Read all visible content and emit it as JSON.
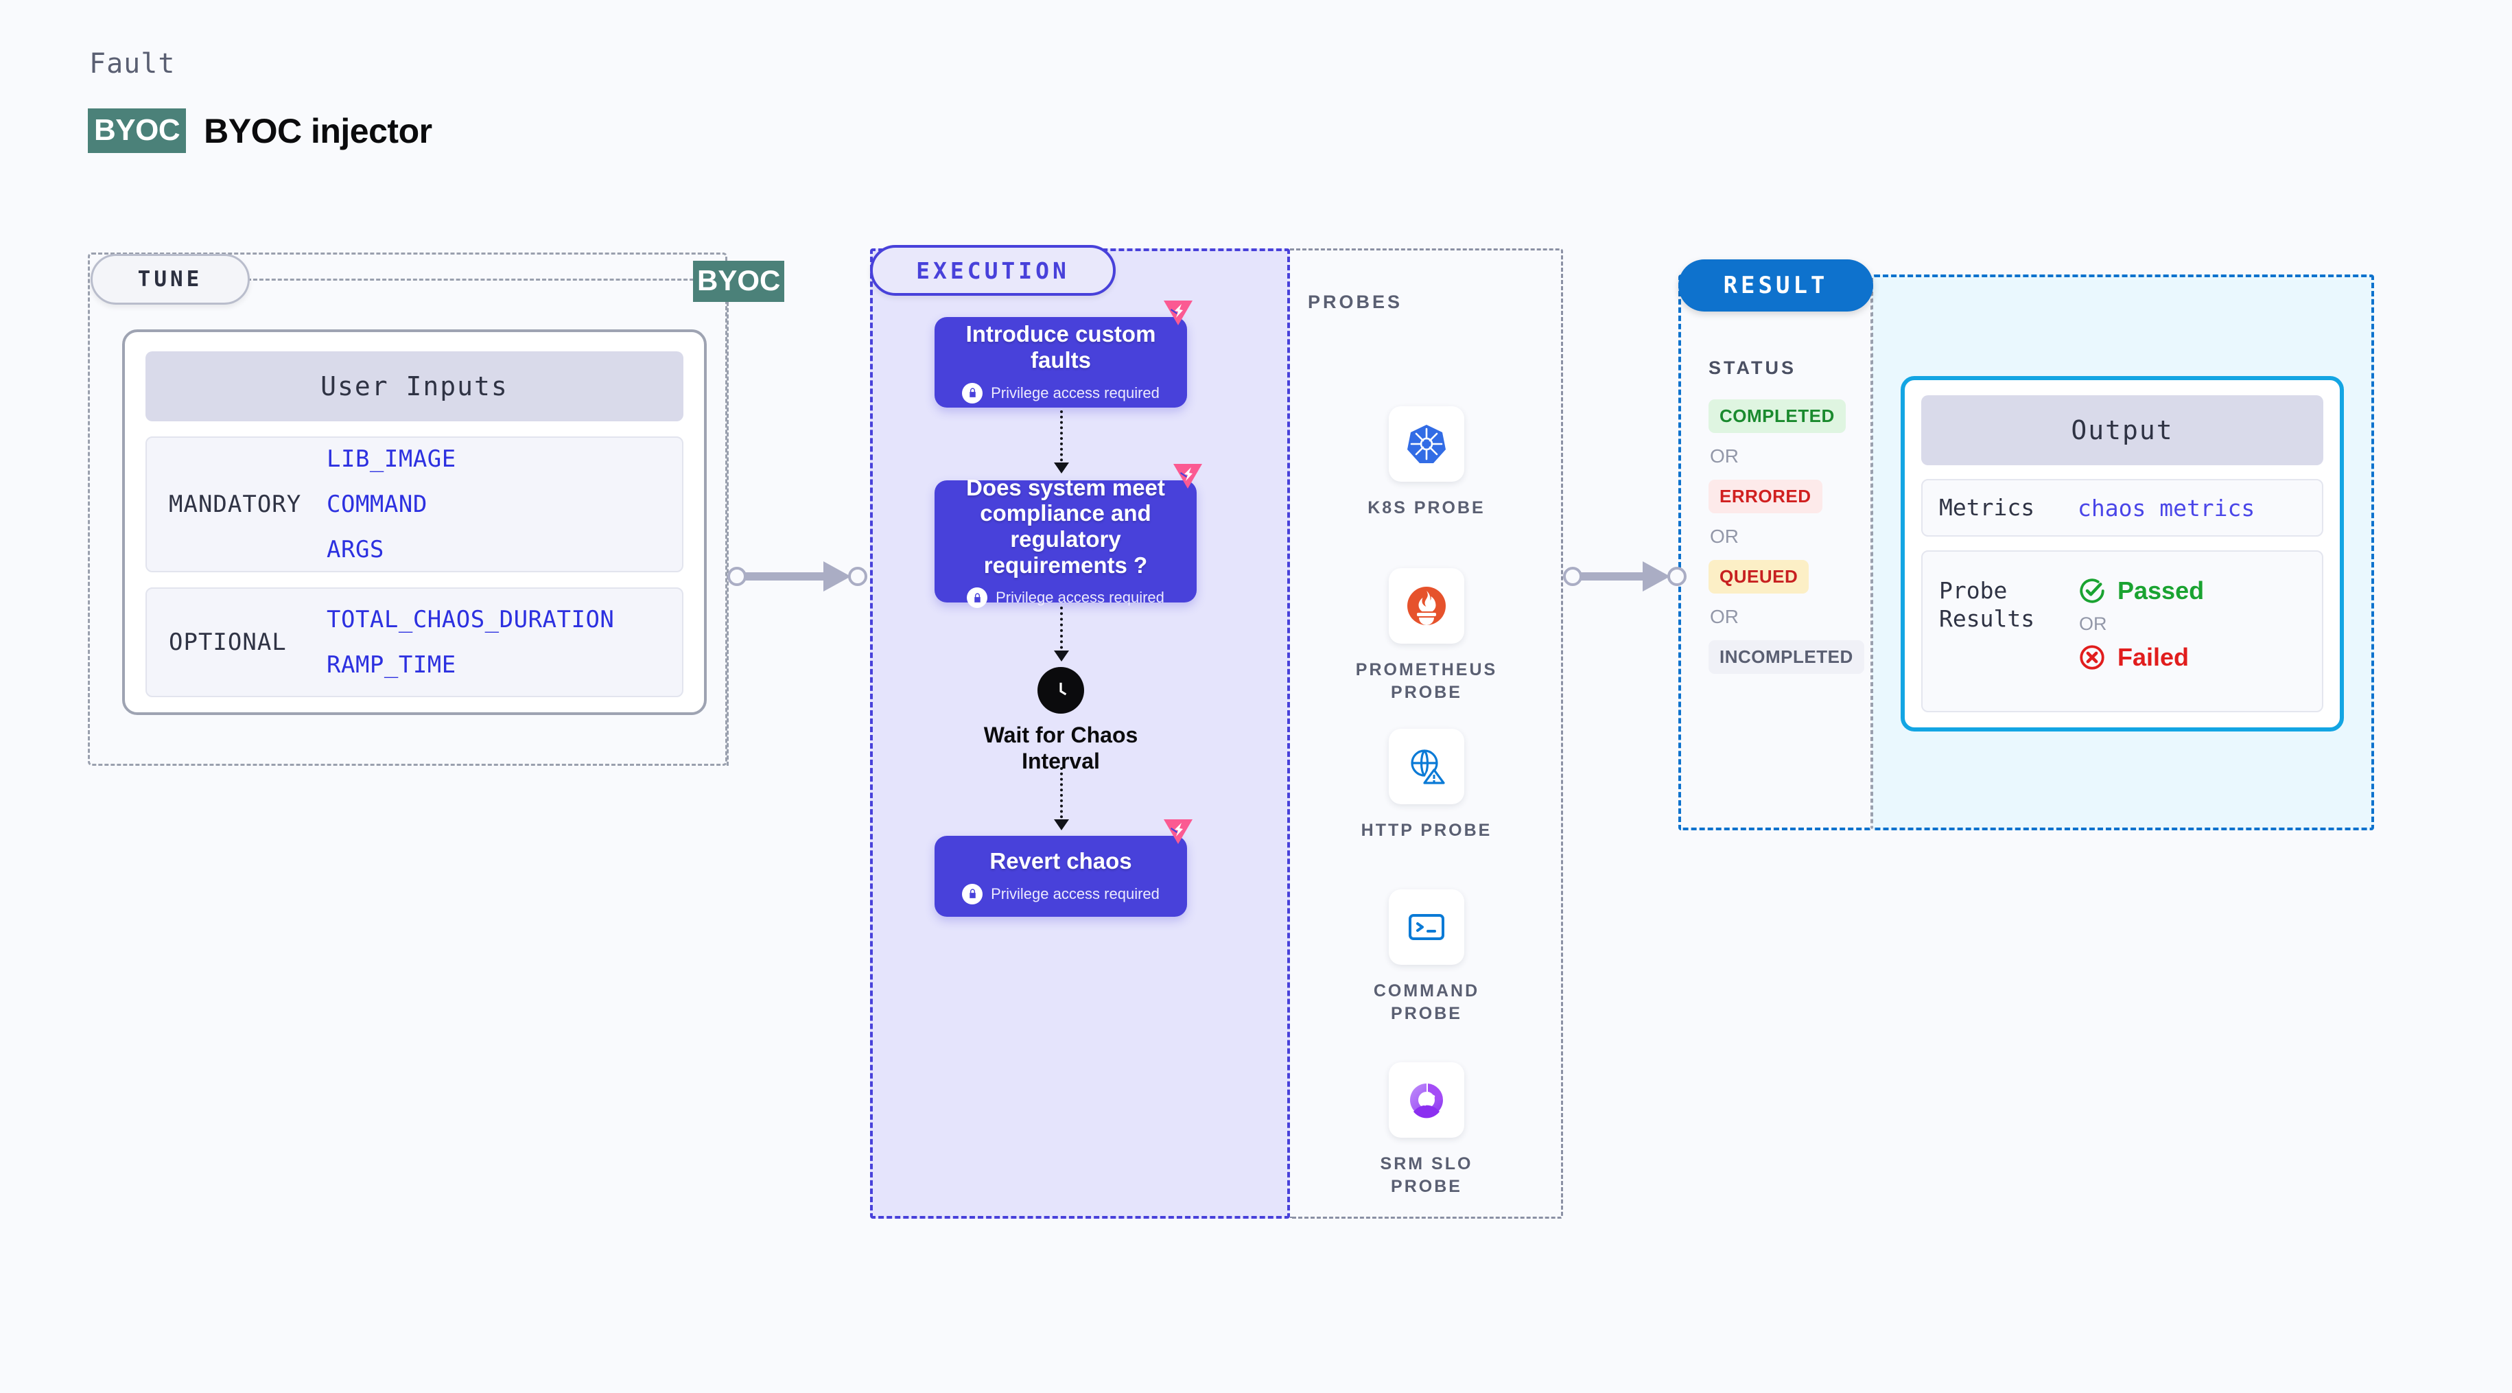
{
  "header": {
    "eyebrow": "Fault",
    "chip": "BYOC",
    "title": "BYOC injector"
  },
  "tune": {
    "pill_label": "TUNE",
    "boundary_marker": "BYOC",
    "card_title": "User Inputs",
    "groups": [
      {
        "label": "MANDATORY",
        "values": [
          "LIB_IMAGE",
          "COMMAND",
          "ARGS"
        ]
      },
      {
        "label": "OPTIONAL",
        "values": [
          "TOTAL_CHAOS_DURATION",
          "RAMP_TIME"
        ]
      }
    ]
  },
  "execution": {
    "pill_label": "EXECUTION",
    "privilege_note": "Privilege access required",
    "nodes": [
      {
        "title": "Introduce custom faults",
        "privileged": true,
        "badge": "fault-corner-icon"
      },
      {
        "title": "Does system meet compliance and regulatory requirements ?",
        "privileged": true,
        "badge": "fault-corner-icon"
      },
      {
        "title": "Revert chaos",
        "privileged": true,
        "badge": "fault-corner-icon"
      }
    ],
    "wait_step": {
      "icon": "clock-icon",
      "label": "Wait for Chaos Interval"
    }
  },
  "probes": {
    "title": "PROBES",
    "items": [
      {
        "label": "K8S PROBE",
        "icon": "kubernetes-icon"
      },
      {
        "label": "PROMETHEUS PROBE",
        "icon": "prometheus-icon"
      },
      {
        "label": "HTTP PROBE",
        "icon": "globe-warning-icon"
      },
      {
        "label": "COMMAND PROBE",
        "icon": "terminal-icon"
      },
      {
        "label": "SRM SLO PROBE",
        "icon": "srm-slo-icon"
      }
    ]
  },
  "result": {
    "pill_label": "RESULT",
    "status_title": "STATUS",
    "or_label": "OR",
    "statuses": [
      {
        "label": "COMPLETED",
        "bg": "#dff5e1",
        "fg": "#1a8a2e"
      },
      {
        "label": "ERRORED",
        "bg": "#fdeaea",
        "fg": "#d02020"
      },
      {
        "label": "QUEUED",
        "bg": "#fcefc6",
        "fg": "#c72020"
      },
      {
        "label": "INCOMPLETED",
        "bg": "#f0f1f7",
        "fg": "#5a5f72"
      }
    ],
    "output": {
      "title": "Output",
      "metrics_label": "Metrics",
      "metrics_value": "chaos metrics",
      "probe_results_label": "Probe Results",
      "passed_label": "Passed",
      "failed_label": "Failed",
      "or_label": "OR"
    }
  },
  "colors": {
    "node_purple": "#4841da",
    "exec_bg": "#e5e4fc",
    "result_blue": "#0e72cd",
    "output_border": "#13a5e3",
    "output_bg": "#eaf8fe",
    "byoc_teal": "#4b8179",
    "badge_pink": "#fb5a92",
    "connector_gray": "#aaadc4"
  }
}
